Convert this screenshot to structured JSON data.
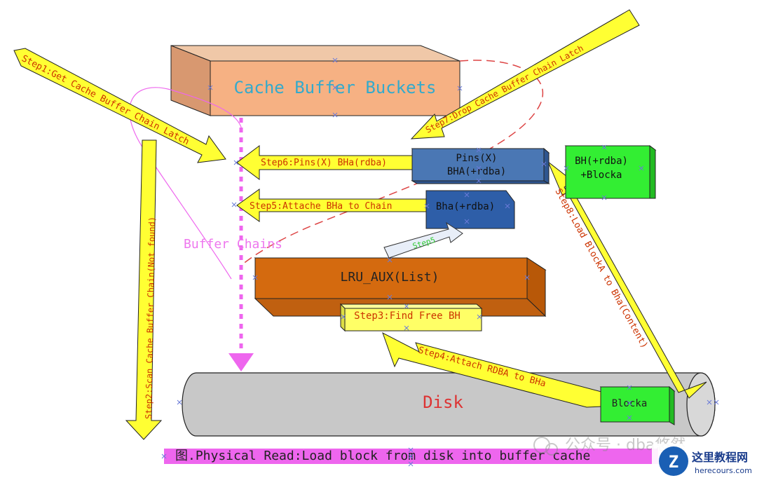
{
  "labels": {
    "cache_buffer_buckets": "Cache Buffer Buckets",
    "buffer_chains": "Buffer Chains",
    "pins_line1": "Pins(X)",
    "pins_line2": "BHA(+rdba)",
    "bha": "Bha(+rdba)",
    "bh_line1": "BH(+rdba)",
    "bh_line2": "+Blocka",
    "lru_aux": "LRU_AUX(List)",
    "disk": "Disk",
    "blocka": "Blocka"
  },
  "steps": {
    "step1": "Step1:Get Cache Buffer Chain Latch",
    "step2": "Step2:Scan Cache Buffer Chain(Not found)",
    "step3": "Step3:Find Free BH",
    "step4": "Step4:Attach RDBA to BHa",
    "step5": "Step5:Attache BHa to Chain",
    "step5_small": "Step5",
    "step6": "Step6:Pins(X) BHa(rdba)",
    "step7": "Step7:Drop Cache Buffer Chain Latch",
    "step8": "Step8:Load BlockA to Bha(Content)"
  },
  "caption": "图.Physical Read:Load block from disk into buffer cache",
  "watermark": {
    "wechat_text": "公众号 · dba悠然",
    "site_name": "这里教程网",
    "site_url": "herecours.com"
  },
  "colors": {
    "bucket_front": "#f6b183",
    "lru_front": "#d46a0f",
    "pins_front": "#4a77b4",
    "bha_front": "#2e5ea8",
    "green": "#33ee33",
    "disk": "#c8c8c8",
    "arrow_yellow": "#ffff33",
    "step_text": "#cc3300",
    "pink": "#ee66ee",
    "caption_bg": "#ee66ee"
  }
}
